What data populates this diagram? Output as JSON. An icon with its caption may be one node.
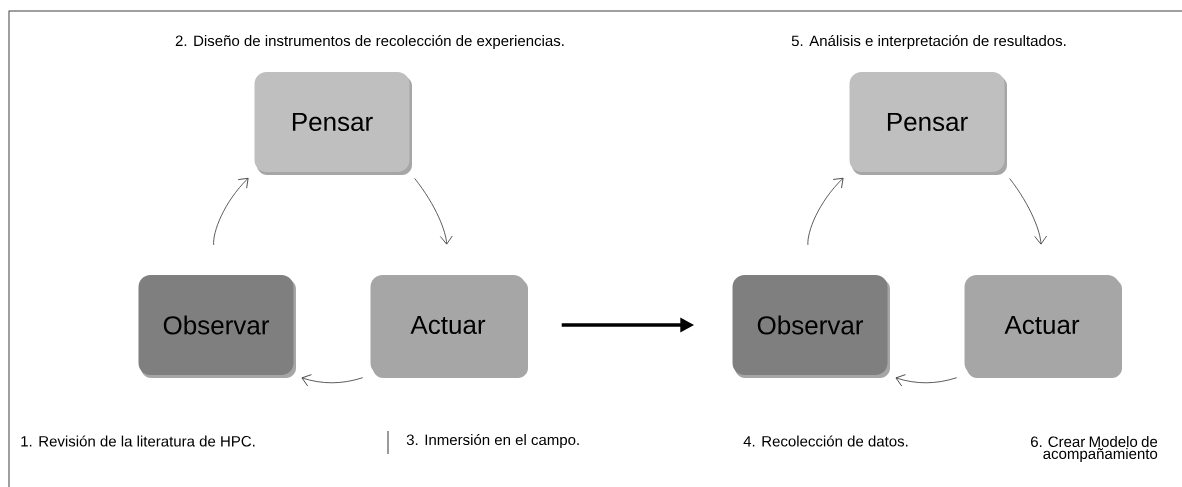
{
  "diagram": {
    "nodes": [
      {
        "text": [
          "Pensar"
        ],
        "beside": [
          "2. Diseño de instrumentos de recolección de experiencias."
        ]
      },
      {
        "text": [
          "Actuar"
        ],
        "beside": [
          "3. Inmersión en el campo."
        ]
      },
      {
        "text": [
          "Observar"
        ],
        "beside": [
          "1. Revisión de la literatura de HPC."
        ]
      },
      {
        "text": [
          "Pensar"
        ],
        "beside": [
          "5. Análisis e interpretación de resultados."
        ]
      },
      {
        "text": [
          "Actuar"
        ]
      },
      {
        "text": [
          "Observar"
        ],
        "beside": [
          "4. Recolección de datos."
        ]
      }
    ],
    "edges": [
      {
        "from": 0,
        "to": 1,
        "arrow": "to"
      },
      {
        "from": 1,
        "to": 2,
        "arrow": "to"
      },
      {
        "from": 2,
        "to": 0,
        "arrow": "to"
      },
      {
        "from": 1,
        "to": 5,
        "arrow": "to",
        "style": "thick"
      },
      {
        "from": 3,
        "to": 4,
        "arrow": "to"
      },
      {
        "from": 4,
        "to": 5,
        "arrow": "to"
      },
      {
        "from": 5,
        "to": 3,
        "arrow": "to"
      }
    ],
    "labels": [
      "6. Crear Modelo de acompañamiento"
    ]
  }
}
